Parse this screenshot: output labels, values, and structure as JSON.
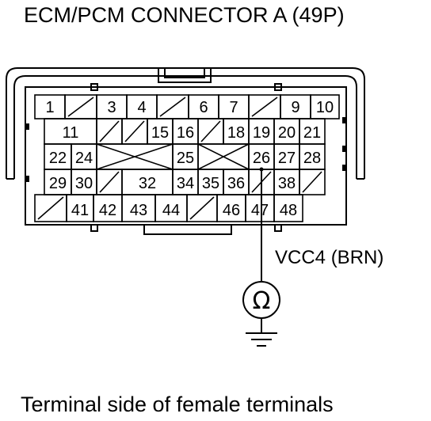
{
  "title": "ECM/PCM CONNECTOR A (49P)",
  "caption": "Terminal side of female terminals",
  "wire_label": "VCC4 (BRN)",
  "meter_symbol": "Ω",
  "probe_terminal": "26",
  "connector": {
    "rows": [
      [
        "1",
        "/",
        "3",
        "4",
        "/",
        "6",
        "7",
        "/",
        "9",
        "10"
      ],
      [
        "11",
        "/",
        "/",
        "15",
        "16",
        "/",
        "18",
        "19",
        "20",
        "21"
      ],
      [
        "22",
        "24",
        "25",
        "26",
        "27",
        "28"
      ],
      [
        "29",
        "30",
        "/",
        "32",
        "34",
        "35",
        "36",
        "/",
        "38",
        "/"
      ],
      [
        "/",
        "41",
        "42",
        "43",
        "44",
        "/",
        "46",
        "47",
        "48"
      ]
    ]
  }
}
